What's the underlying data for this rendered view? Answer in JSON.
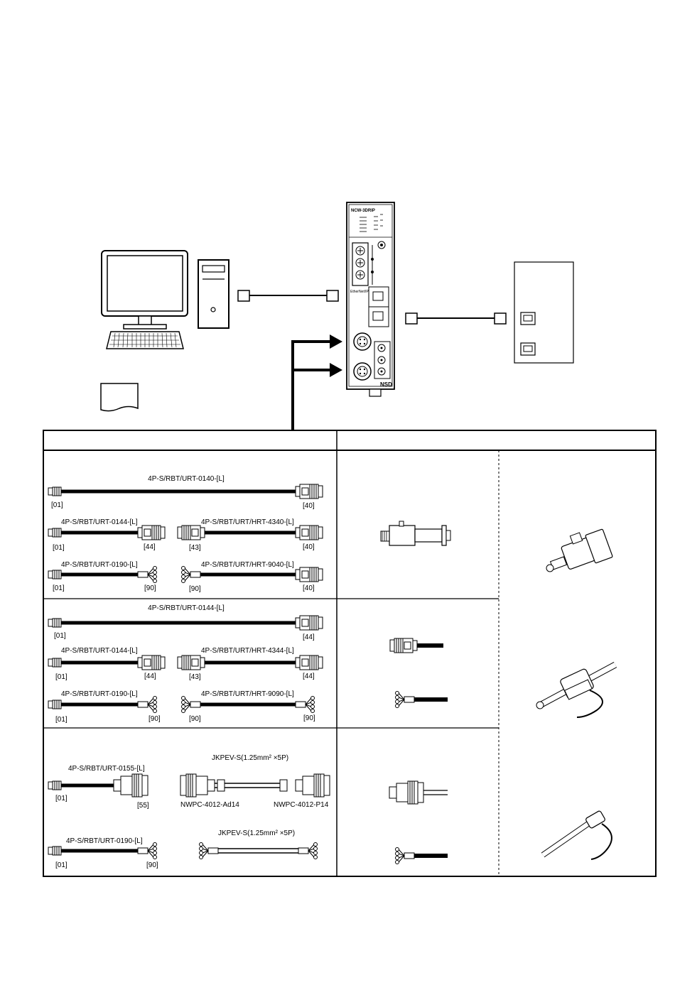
{
  "unit_panel": {
    "model": "NCW-3DRIP",
    "ethernet_port_label": "EtherNet/IP",
    "brand": "NSD"
  },
  "cables": {
    "row1": {
      "main": {
        "name": "4P-S/RBT/URT-0140-[L]",
        "left": "[01]",
        "right": "[40]"
      },
      "a": {
        "name": "4P-S/RBT/URT-0144-[L]",
        "left": "[01]",
        "right": "[44]"
      },
      "b": {
        "name": "4P-S/RBT/URT/HRT-4340-[L]",
        "left": "[43]",
        "right": "[40]"
      },
      "c": {
        "name": "4P-S/RBT/URT-0190-[L]",
        "left": "[01]",
        "right": "[90]"
      },
      "d": {
        "name": "4P-S/RBT/URT/HRT-9040-[L]",
        "left": "[90]",
        "right": "[40]"
      }
    },
    "row2": {
      "main": {
        "name": "4P-S/RBT/URT-0144-[L]",
        "left": "[01]",
        "right": "[44]"
      },
      "a": {
        "name": "4P-S/RBT/URT-0144-[L]",
        "left": "[01]",
        "right": "[44]"
      },
      "b": {
        "name": "4P-S/RBT/URT/HRT-4344-[L]",
        "left": "[43]",
        "right": "[44]"
      },
      "c": {
        "name": "4P-S/RBT/URT-0190-[L]",
        "left": "[01]",
        "right": "[90]"
      },
      "d": {
        "name": "4P-S/RBT/URT/HRT-9090-[L]",
        "left": "[90]",
        "right": "[90]"
      }
    },
    "row3": {
      "jk_top": "JKPEV-S(1.25mm² ×5P)",
      "a": {
        "name": "4P-S/RBT/URT-0155-[L]",
        "left": "[01]",
        "right": "[55]"
      },
      "nwpc_left": "NWPC-4012-Ad14",
      "nwpc_right": "NWPC-4012-P14",
      "c": {
        "name": "4P-S/RBT/URT-0190-[L]",
        "left": "[01]",
        "right": "[90]"
      },
      "jk_bottom": "JKPEV-S(1.25mm² ×5P)"
    }
  }
}
